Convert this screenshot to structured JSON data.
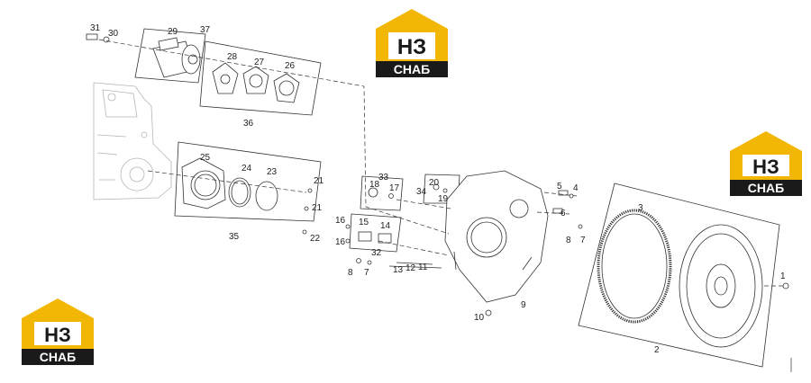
{
  "brand": {
    "mark": "НЗ",
    "word": "СНАБ",
    "colors": {
      "yellow": "#f2b705",
      "dark": "#1a1a1a"
    }
  },
  "callouts": [
    "1",
    "2",
    "3",
    "4",
    "5",
    "6",
    "7",
    "7",
    "8",
    "8",
    "9",
    "10",
    "11",
    "12",
    "13",
    "14",
    "15",
    "16",
    "16",
    "17",
    "18",
    "19",
    "20",
    "21",
    "21",
    "22",
    "23",
    "24",
    "25",
    "26",
    "27",
    "28",
    "29",
    "30",
    "31",
    "32",
    "33",
    "34",
    "35",
    "36",
    "37"
  ]
}
